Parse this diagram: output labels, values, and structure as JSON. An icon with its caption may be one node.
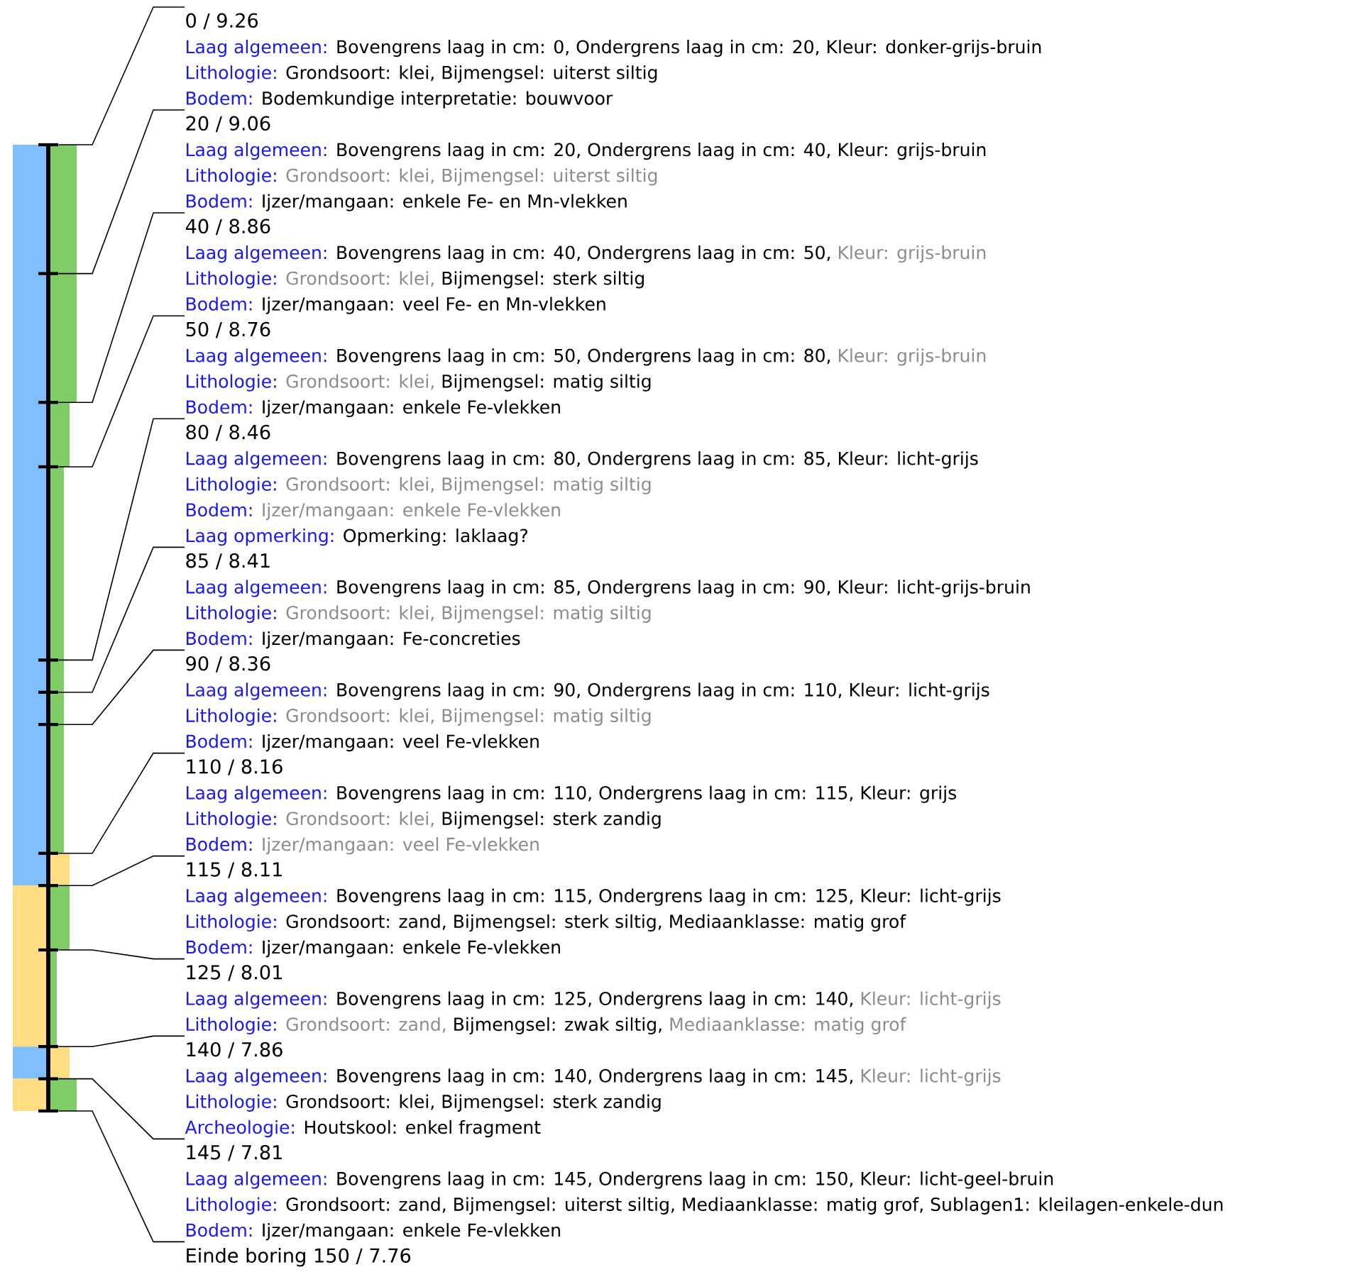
{
  "diagram": {
    "nodes": [
      {
        "text": [
          "0 / 9.26",
          "Laag algemeen:",
          "Bovengrens laag in cm: 0, Ondergrens laag in cm: 20, Kleur: donker-grijs-bruin",
          "Lithologie:",
          "Grondsoort: klei, Bijmengsel: uiterst siltig",
          "Bodem:",
          "Bodemkundige interpretatie: bouwvoor"
        ]
      },
      {
        "text": [
          "20 / 9.06",
          "Laag algemeen:",
          "Bovengrens laag in cm: 20, Ondergrens laag in cm: 40, Kleur: grijs-bruin",
          "Lithologie:",
          "Grondsoort: klei, Bijmengsel: uiterst siltig",
          "Bodem:",
          "Ijzer/mangaan: enkele Fe- en Mn-vlekken"
        ]
      },
      {
        "text": [
          "40 / 8.86",
          "Laag algemeen:",
          "Bovengrens laag in cm: 40, Ondergrens laag in cm: 50,",
          "Kleur: grijs-bruin",
          "Lithologie:",
          "Grondsoort: klei,",
          "Bijmengsel: sterk siltig",
          "Bodem:",
          "Ijzer/mangaan: veel Fe- en Mn-vlekken"
        ]
      },
      {
        "text": [
          "50 / 8.76",
          "Laag algemeen:",
          "Bovengrens laag in cm: 50, Ondergrens laag in cm: 80,",
          "Kleur: grijs-bruin",
          "Lithologie:",
          "Grondsoort: klei,",
          "Bijmengsel: matig siltig",
          "Bodem:",
          "Ijzer/mangaan: enkele Fe-vlekken"
        ]
      },
      {
        "text": [
          "80 / 8.46",
          "Laag algemeen:",
          "Bovengrens laag in cm: 80, Ondergrens laag in cm: 85, Kleur: licht-grijs",
          "Lithologie:",
          "Grondsoort: klei, Bijmengsel: matig siltig",
          "Bodem:",
          "Ijzer/mangaan: enkele Fe-vlekken",
          "Laag opmerking:",
          "Opmerking: laklaag?"
        ]
      },
      {
        "text": [
          "85 / 8.41",
          "Laag algemeen:",
          "Bovengrens laag in cm: 85, Ondergrens laag in cm: 90, Kleur: licht-grijs-bruin",
          "Lithologie:",
          "Grondsoort: klei, Bijmengsel: matig siltig",
          "Bodem:",
          "Ijzer/mangaan: Fe-concreties"
        ]
      },
      {
        "text": [
          "90 / 8.36",
          "Laag algemeen:",
          "Bovengrens laag in cm: 90, Ondergrens laag in cm: 110, Kleur: licht-grijs",
          "Lithologie:",
          "Grondsoort: klei, Bijmengsel: matig siltig",
          "Bodem:",
          "Ijzer/mangaan: veel Fe-vlekken"
        ]
      },
      {
        "text": [
          "110 / 8.16",
          "Laag algemeen:",
          "Bovengrens laag in cm: 110, Ondergrens laag in cm: 115, Kleur: grijs",
          "Lithologie:",
          "Grondsoort: klei,",
          "Bijmengsel: sterk zandig",
          "Bodem:",
          "Ijzer/mangaan: veel Fe-vlekken"
        ]
      },
      {
        "text": [
          "115 / 8.11",
          "Laag algemeen:",
          "Bovengrens laag in cm: 115, Ondergrens laag in cm: 125, Kleur: licht-grijs",
          "Lithologie:",
          "Grondsoort: zand, Bijmengsel: sterk siltig, Mediaanklasse: matig grof",
          "Bodem:",
          "Ijzer/mangaan: enkele Fe-vlekken"
        ]
      },
      {
        "text": [
          "125 / 8.01",
          "Laag algemeen:",
          "Bovengrens laag in cm: 125, Ondergrens laag in cm: 140,",
          "Kleur: licht-grijs",
          "Lithologie:",
          "Grondsoort: zand,",
          "Bijmengsel: zwak siltig,",
          "Mediaanklasse: matig grof"
        ]
      },
      {
        "text": [
          "140 / 7.86",
          "Laag algemeen:",
          "Bovengrens laag in cm: 140, Ondergrens laag in cm: 145,",
          "Kleur: licht-grijs",
          "Lithologie:",
          "Grondsoort: klei, Bijmengsel: sterk zandig",
          "Archeologie:",
          "Houtskool: enkel fragment"
        ]
      },
      {
        "text": [
          "145 / 7.81",
          "Laag algemeen:",
          "Bovengrens laag in cm: 145, Ondergrens laag in cm: 150, Kleur: licht-geel-bruin",
          "Lithologie:",
          "Grondsoort: zand, Bijmengsel: uiterst siltig, Mediaanklasse: matig grof, Sublagen1: kleilagen-enkele-dun",
          "Bodem:",
          "Ijzer/mangaan: enkele Fe-vlekken"
        ]
      },
      {
        "text": [
          "Einde boring 150 / 7.76"
        ]
      },
      {
        "text": [],
        "shape": "bar"
      }
    ],
    "edges": [
      {
        "from": 0,
        "to": 13,
        "arrow": "none"
      },
      {
        "from": 1,
        "to": 13,
        "arrow": "none"
      },
      {
        "from": 2,
        "to": 13,
        "arrow": "none"
      },
      {
        "from": 3,
        "to": 13,
        "arrow": "none"
      },
      {
        "from": 4,
        "to": 13,
        "arrow": "none"
      },
      {
        "from": 5,
        "to": 13,
        "arrow": "none"
      },
      {
        "from": 6,
        "to": 13,
        "arrow": "none"
      },
      {
        "from": 7,
        "to": 13,
        "arrow": "none"
      },
      {
        "from": 8,
        "to": 13,
        "arrow": "none"
      },
      {
        "from": 9,
        "to": 13,
        "arrow": "none"
      },
      {
        "from": 10,
        "to": 13,
        "arrow": "none"
      },
      {
        "from": 11,
        "to": 13,
        "arrow": "none"
      },
      {
        "from": 12,
        "to": 13,
        "arrow": "none"
      }
    ]
  }
}
